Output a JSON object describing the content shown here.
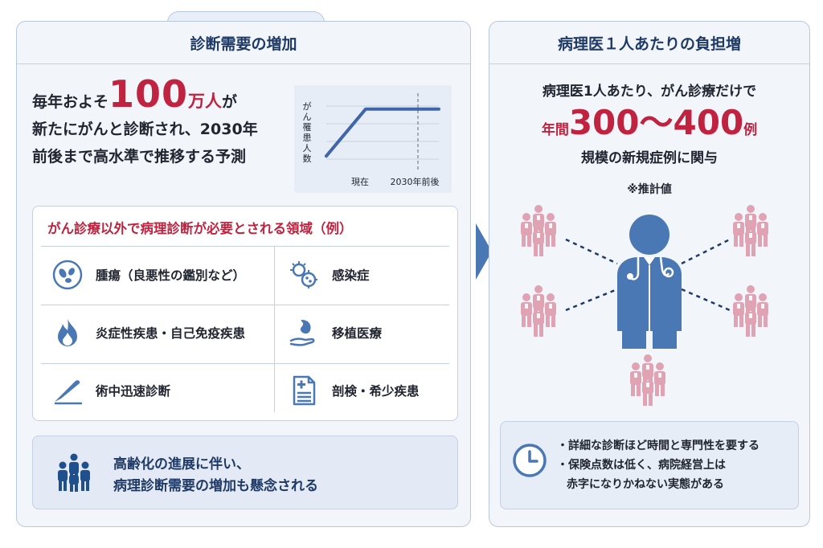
{
  "left_panel": {
    "title": "診断需要の増加",
    "demand": {
      "pre": "毎年およそ",
      "number": "100",
      "unit": "万人",
      "post": "が",
      "line2": "新たにがんと診断され、2030年",
      "line3": "前後まで高水準で推移する予測"
    },
    "areas": {
      "title": "がん診療以外で病理診断が必要とされる領域（例）",
      "items": [
        {
          "label": "腫瘍（良悪性の鑑別など）",
          "icon": "microbe-icon"
        },
        {
          "label": "感染症",
          "icon": "germs-icon"
        },
        {
          "label": "炎症性疾患・自己免疫疾患",
          "icon": "flame-icon"
        },
        {
          "label": "移植医療",
          "icon": "organ-hand-icon"
        },
        {
          "label": "術中迅速診断",
          "icon": "scalpel-icon"
        },
        {
          "label": "剖検・希少疾患",
          "icon": "medical-document-icon"
        }
      ]
    },
    "aging": {
      "line1": "高齢化の進展に伴い、",
      "line2": "病理診断需要の増加も懸念される"
    }
  },
  "chart_data": {
    "type": "line",
    "ylabel": "がん罹患人数",
    "tick_labels": [
      "現在",
      "2030年前後"
    ],
    "series": [
      {
        "points": [
          [
            0,
            0.1
          ],
          [
            0.35,
            0.85
          ],
          [
            1,
            0.85
          ]
        ]
      }
    ],
    "marker_line_at": "2030年前後",
    "color": "#3f66a8"
  },
  "right_panel": {
    "title": "病理医１人あたりの負担増",
    "load": {
      "line1": "病理医1人あたり、がん診療だけで",
      "prefix": "年間",
      "range": "300～400",
      "suffix": "例",
      "line3": "規模の新規症例に関与",
      "note": "※推計値"
    },
    "burden": {
      "items": [
        "・詳細な診断ほど時間と専門性を要する",
        "・保険点数は低く、病院経営上は",
        "赤字になりかねない実態がある"
      ]
    }
  },
  "colors": {
    "accent_red": "#c0233f",
    "navy": "#1f3a66",
    "blue": "#3f66a8",
    "pink": "#e0a3b4",
    "doctor": "#4a78b5"
  }
}
